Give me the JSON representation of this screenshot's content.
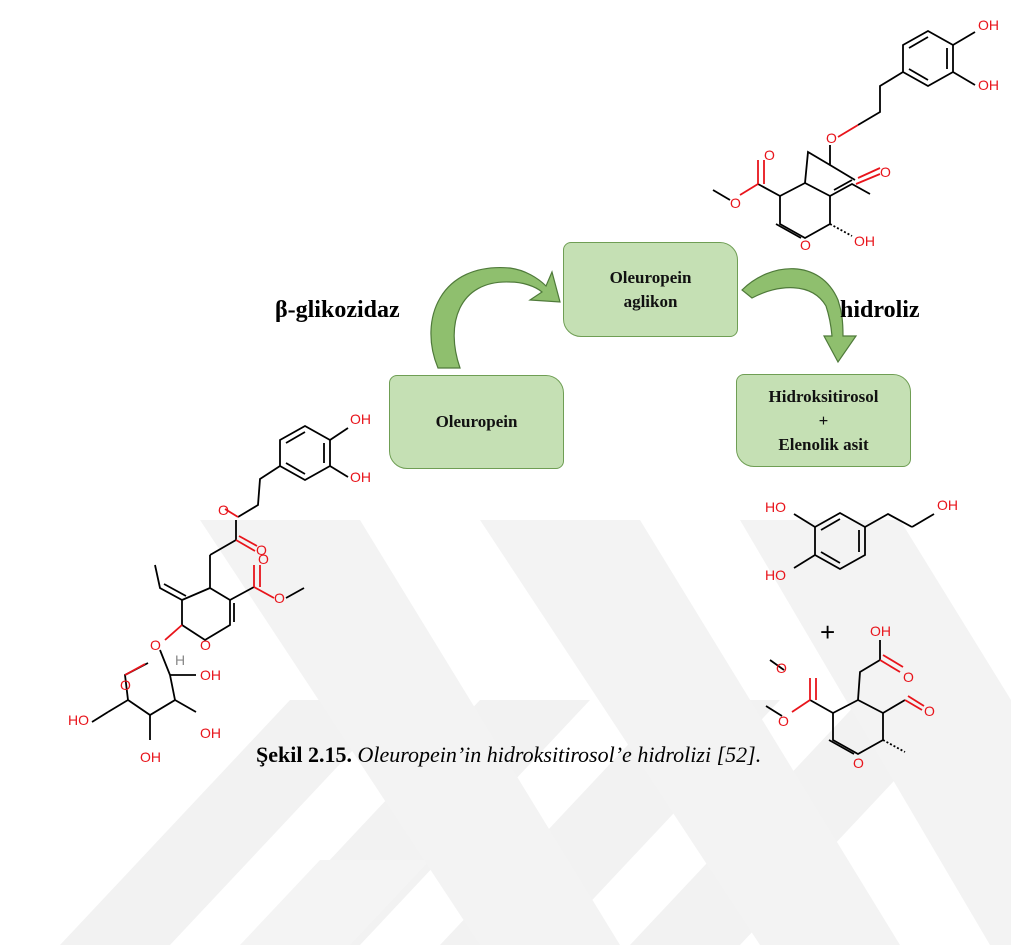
{
  "diagram": {
    "nodes": {
      "aglikon": [
        "Oleuropein",
        "aglikon"
      ],
      "oleuropein": "Oleuropein",
      "products": [
        "Hidroksitirosol",
        "+",
        "Elenolik asit"
      ]
    },
    "edges": {
      "glikozidaz_label": "β-glikozidaz",
      "hidroliz_label": "hidroliz"
    },
    "caption": {
      "number": "Şekil 2.15.",
      "text": " Oleuropein’in hidroksitirosol’e hidrolizi [52]."
    },
    "plus_sign": "+",
    "atom_labels": {
      "oh": "OH",
      "ho": "HO",
      "o": "O",
      "h": "H"
    }
  },
  "colors": {
    "box_fill": "#c5e0b4",
    "box_border": "#6f9e54",
    "arrow_fill": "#8fbf6e",
    "arrow_fill_dark": "#4f7a3a",
    "bond": "#000000",
    "oxygen": "#e8141b",
    "watermark": "#f1f1f1"
  }
}
